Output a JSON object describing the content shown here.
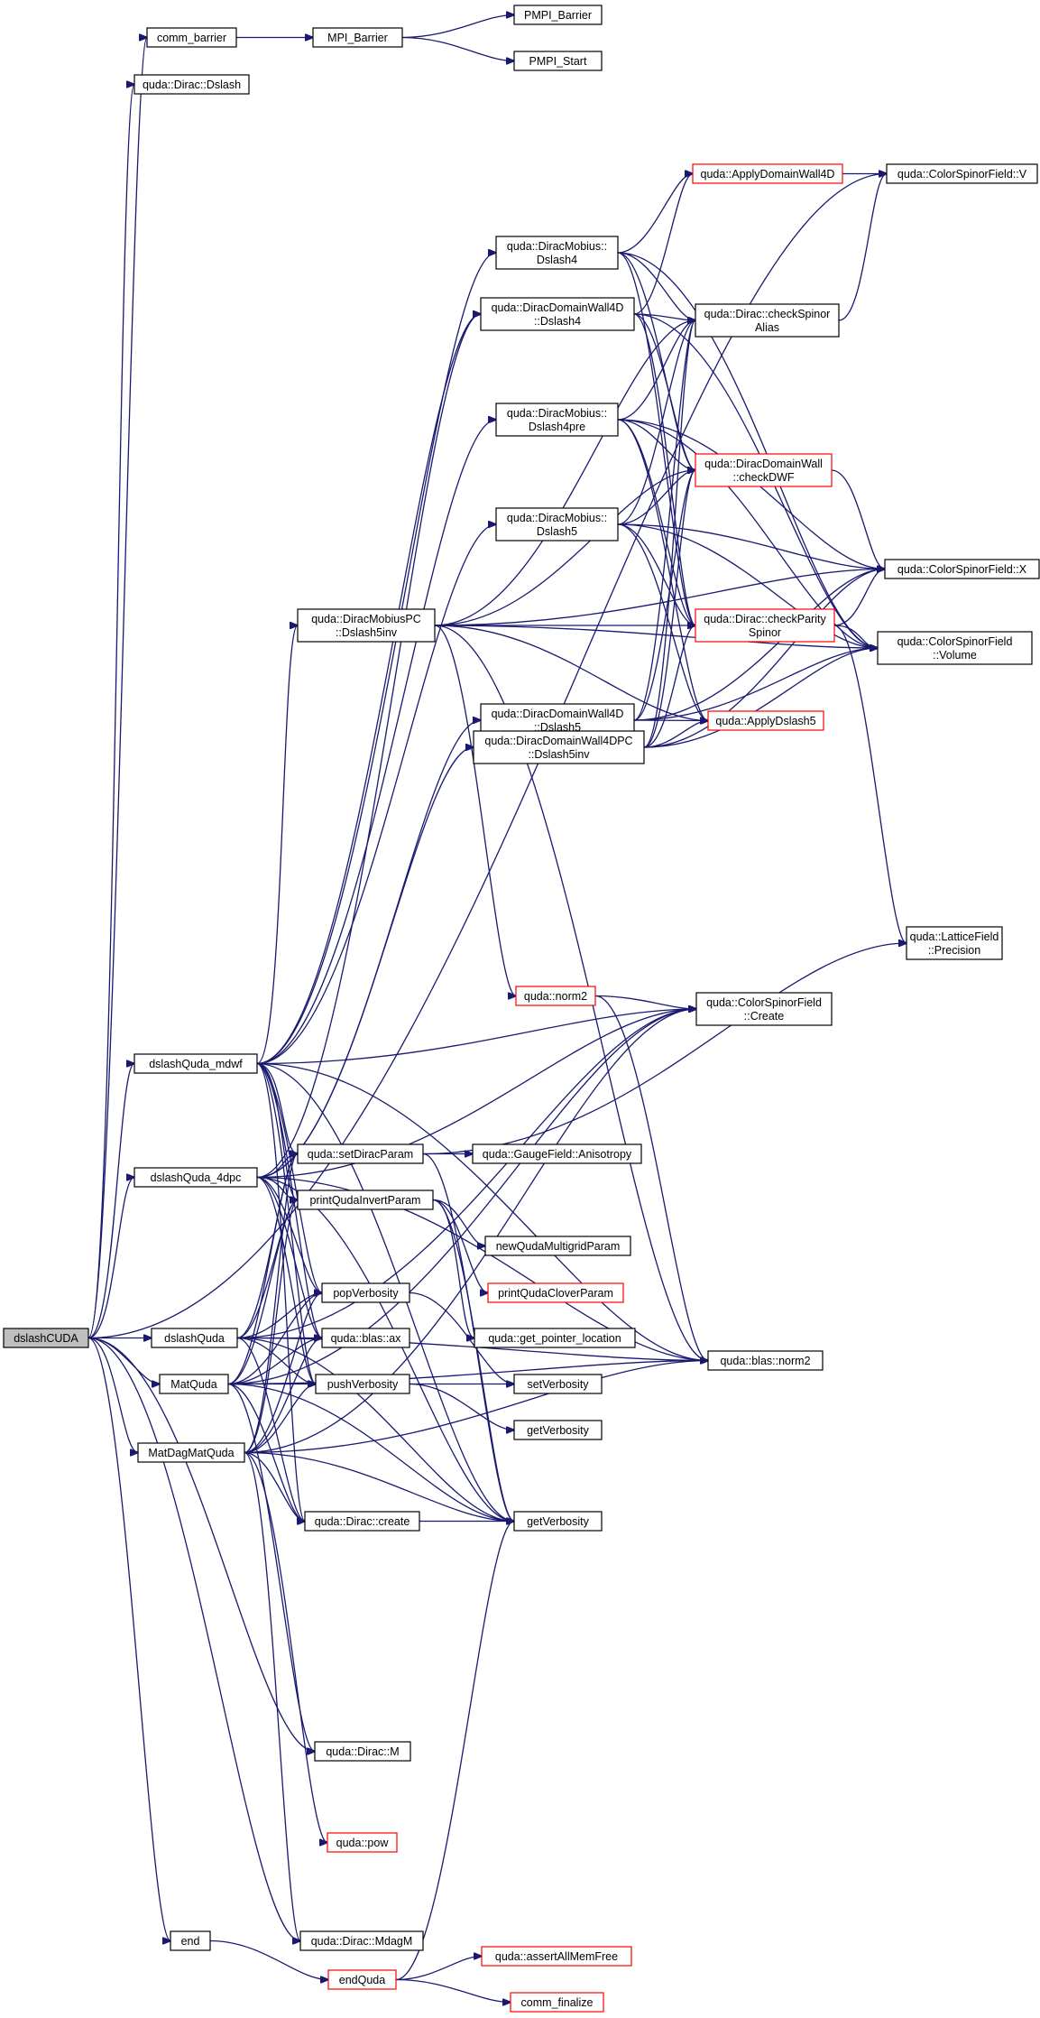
{
  "graph": {
    "colors": {
      "edge": "#191970",
      "node_border": "#000000",
      "truncated_border": "#ff0000",
      "root_fill": "#bfbfbf"
    },
    "nodes": {
      "dslashCUDA": {
        "lines": [
          "dslashCUDA"
        ],
        "truncated": false,
        "root": true
      },
      "comm_barrier": {
        "lines": [
          "comm_barrier"
        ],
        "truncated": false
      },
      "MPI_Barrier": {
        "lines": [
          "MPI_Barrier"
        ],
        "truncated": false
      },
      "PMPI_Barrier": {
        "lines": [
          "PMPI_Barrier"
        ],
        "truncated": false
      },
      "PMPI_Start": {
        "lines": [
          "PMPI_Start"
        ],
        "truncated": false
      },
      "dirac_dslash": {
        "lines": [
          "quda::Dirac::Dslash"
        ],
        "truncated": false
      },
      "applyDomainWall4D": {
        "lines": [
          "quda::ApplyDomainWall4D"
        ],
        "truncated": true
      },
      "csf_V": {
        "lines": [
          "quda::ColorSpinorField::V"
        ],
        "truncated": false
      },
      "mobius_dslash4": {
        "lines": [
          "quda::DiracMobius::",
          "Dslash4"
        ],
        "truncated": false
      },
      "dw4d_dslash4": {
        "lines": [
          "quda::DiracDomainWall4D",
          "::Dslash4"
        ],
        "truncated": false
      },
      "checkSpinorAlias": {
        "lines": [
          "quda::Dirac::checkSpinor",
          "Alias"
        ],
        "truncated": false
      },
      "mobius_dslash4pre": {
        "lines": [
          "quda::DiracMobius::",
          "Dslash4pre"
        ],
        "truncated": false
      },
      "checkDWF": {
        "lines": [
          "quda::DiracDomainWall",
          "::checkDWF"
        ],
        "truncated": true
      },
      "mobius_dslash5": {
        "lines": [
          "quda::DiracMobius::",
          "Dslash5"
        ],
        "truncated": false
      },
      "csf_X": {
        "lines": [
          "quda::ColorSpinorField::X"
        ],
        "truncated": false
      },
      "mobiuspc_dslash5inv": {
        "lines": [
          "quda::DiracMobiusPC",
          "::Dslash5inv"
        ],
        "truncated": false
      },
      "checkParitySpinor": {
        "lines": [
          "quda::Dirac::checkParity",
          "Spinor"
        ],
        "truncated": true
      },
      "csf_volume": {
        "lines": [
          "quda::ColorSpinorField",
          "::Volume"
        ],
        "truncated": false
      },
      "dw4d_dslash5": {
        "lines": [
          "quda::DiracDomainWall4D",
          "::Dslash5"
        ],
        "truncated": false
      },
      "applyDslash5": {
        "lines": [
          "quda::ApplyDslash5"
        ],
        "truncated": true
      },
      "dw4dpc_dslash5inv": {
        "lines": [
          "quda::DiracDomainWall4DPC",
          "::Dslash5inv"
        ],
        "truncated": false
      },
      "lattice_precision": {
        "lines": [
          "quda::LatticeField",
          "::Precision"
        ],
        "truncated": false
      },
      "quda_norm2": {
        "lines": [
          "quda::norm2"
        ],
        "truncated": true
      },
      "csf_create": {
        "lines": [
          "quda::ColorSpinorField",
          "::Create"
        ],
        "truncated": false
      },
      "dslashQuda_mdwf": {
        "lines": [
          "dslashQuda_mdwf"
        ],
        "truncated": false
      },
      "setDiracParam": {
        "lines": [
          "quda::setDiracParam"
        ],
        "truncated": false
      },
      "gauge_anisotropy": {
        "lines": [
          "quda::GaugeField::Anisotropy"
        ],
        "truncated": false
      },
      "dslashQuda_4dpc": {
        "lines": [
          "dslashQuda_4dpc"
        ],
        "truncated": false
      },
      "printQudaInvertParam": {
        "lines": [
          "printQudaInvertParam"
        ],
        "truncated": false
      },
      "newQudaMultigridParam": {
        "lines": [
          "newQudaMultigridParam"
        ],
        "truncated": false
      },
      "popVerbosity": {
        "lines": [
          "popVerbosity"
        ],
        "truncated": false
      },
      "printQudaCloverParam": {
        "lines": [
          "printQudaCloverParam"
        ],
        "truncated": true
      },
      "dslashQuda": {
        "lines": [
          "dslashQuda"
        ],
        "truncated": false
      },
      "blas_ax": {
        "lines": [
          "quda::blas::ax"
        ],
        "truncated": false
      },
      "get_pointer_location": {
        "lines": [
          "quda::get_pointer_location"
        ],
        "truncated": false
      },
      "blas_norm2": {
        "lines": [
          "quda::blas::norm2"
        ],
        "truncated": false
      },
      "MatQuda": {
        "lines": [
          "MatQuda"
        ],
        "truncated": false
      },
      "pushVerbosity": {
        "lines": [
          "pushVerbosity"
        ],
        "truncated": false
      },
      "setVerbosity": {
        "lines": [
          "setVerbosity"
        ],
        "truncated": false
      },
      "getVerbosity2": {
        "lines": [
          "getVerbosity"
        ],
        "truncated": false
      },
      "MatDagMatQuda": {
        "lines": [
          "MatDagMatQuda"
        ],
        "truncated": false
      },
      "dirac_create": {
        "lines": [
          "quda::Dirac::create"
        ],
        "truncated": false
      },
      "getVerbosity": {
        "lines": [
          "getVerbosity"
        ],
        "truncated": false
      },
      "dirac_M": {
        "lines": [
          "quda::Dirac::M"
        ],
        "truncated": false
      },
      "quda_pow": {
        "lines": [
          "quda::pow"
        ],
        "truncated": true
      },
      "end": {
        "lines": [
          "end"
        ],
        "truncated": false
      },
      "dirac_mdagM": {
        "lines": [
          "quda::Dirac::MdagM"
        ],
        "truncated": false
      },
      "endQuda": {
        "lines": [
          "endQuda"
        ],
        "truncated": true
      },
      "assertAllMemFree": {
        "lines": [
          "quda::assertAllMemFree"
        ],
        "truncated": true
      },
      "comm_finalize": {
        "lines": [
          "comm_finalize"
        ],
        "truncated": true
      }
    },
    "edges": [
      [
        "dslashCUDA",
        "comm_barrier"
      ],
      [
        "dslashCUDA",
        "dirac_dslash"
      ],
      [
        "dslashCUDA",
        "csf_V"
      ],
      [
        "dslashCUDA",
        "dslashQuda_mdwf"
      ],
      [
        "dslashCUDA",
        "dslashQuda_4dpc"
      ],
      [
        "dslashCUDA",
        "dslashQuda"
      ],
      [
        "dslashCUDA",
        "MatQuda"
      ],
      [
        "dslashCUDA",
        "MatDagMatQuda"
      ],
      [
        "dslashCUDA",
        "dirac_M"
      ],
      [
        "dslashCUDA",
        "dirac_mdagM"
      ],
      [
        "dslashCUDA",
        "end"
      ],
      [
        "comm_barrier",
        "MPI_Barrier"
      ],
      [
        "MPI_Barrier",
        "PMPI_Barrier"
      ],
      [
        "MPI_Barrier",
        "PMPI_Start"
      ],
      [
        "applyDomainWall4D",
        "csf_V"
      ],
      [
        "mobius_dslash4",
        "applyDomainWall4D"
      ],
      [
        "mobius_dslash4",
        "checkSpinorAlias"
      ],
      [
        "mobius_dslash4",
        "checkDWF"
      ],
      [
        "mobius_dslash4",
        "checkParitySpinor"
      ],
      [
        "mobius_dslash4",
        "csf_volume"
      ],
      [
        "dw4d_dslash4",
        "applyDomainWall4D"
      ],
      [
        "dw4d_dslash4",
        "checkSpinorAlias"
      ],
      [
        "dw4d_dslash4",
        "checkDWF"
      ],
      [
        "dw4d_dslash4",
        "checkParitySpinor"
      ],
      [
        "dw4d_dslash4",
        "csf_volume"
      ],
      [
        "checkSpinorAlias",
        "csf_V"
      ],
      [
        "mobius_dslash4pre",
        "checkSpinorAlias"
      ],
      [
        "mobius_dslash4pre",
        "checkDWF"
      ],
      [
        "mobius_dslash4pre",
        "checkParitySpinor"
      ],
      [
        "mobius_dslash4pre",
        "csf_X"
      ],
      [
        "mobius_dslash4pre",
        "csf_volume"
      ],
      [
        "mobius_dslash4pre",
        "applyDslash5"
      ],
      [
        "checkDWF",
        "csf_X"
      ],
      [
        "mobius_dslash5",
        "checkSpinorAlias"
      ],
      [
        "mobius_dslash5",
        "checkDWF"
      ],
      [
        "mobius_dslash5",
        "checkParitySpinor"
      ],
      [
        "mobius_dslash5",
        "csf_X"
      ],
      [
        "mobius_dslash5",
        "applyDslash5"
      ],
      [
        "mobius_dslash5",
        "csf_volume"
      ],
      [
        "checkParitySpinor",
        "csf_X"
      ],
      [
        "checkParitySpinor",
        "csf_volume"
      ],
      [
        "checkParitySpinor",
        "lattice_precision"
      ],
      [
        "mobiuspc_dslash5inv",
        "checkSpinorAlias"
      ],
      [
        "mobiuspc_dslash5inv",
        "checkDWF"
      ],
      [
        "mobiuspc_dslash5inv",
        "checkParitySpinor"
      ],
      [
        "mobiuspc_dslash5inv",
        "csf_X"
      ],
      [
        "mobiuspc_dslash5inv",
        "applyDslash5"
      ],
      [
        "mobiuspc_dslash5inv",
        "quda_norm2"
      ],
      [
        "mobiuspc_dslash5inv",
        "csf_volume"
      ],
      [
        "mobiuspc_dslash5inv",
        "blas_norm2"
      ],
      [
        "dw4d_dslash5",
        "checkSpinorAlias"
      ],
      [
        "dw4d_dslash5",
        "checkDWF"
      ],
      [
        "dw4d_dslash5",
        "applyDslash5"
      ],
      [
        "dw4d_dslash5",
        "csf_X"
      ],
      [
        "dw4d_dslash5",
        "csf_volume"
      ],
      [
        "dw4dpc_dslash5inv",
        "checkSpinorAlias"
      ],
      [
        "dw4dpc_dslash5inv",
        "checkDWF"
      ],
      [
        "dw4dpc_dslash5inv",
        "checkParitySpinor"
      ],
      [
        "dw4dpc_dslash5inv",
        "applyDslash5"
      ],
      [
        "dw4dpc_dslash5inv",
        "csf_X"
      ],
      [
        "dw4dpc_dslash5inv",
        "csf_volume"
      ],
      [
        "quda_norm2",
        "csf_create"
      ],
      [
        "quda_norm2",
        "blas_norm2"
      ],
      [
        "dslashQuda_mdwf",
        "mobius_dslash4"
      ],
      [
        "dslashQuda_mdwf",
        "dw4d_dslash4"
      ],
      [
        "dslashQuda_mdwf",
        "mobius_dslash4pre"
      ],
      [
        "dslashQuda_mdwf",
        "mobius_dslash5"
      ],
      [
        "dslashQuda_mdwf",
        "mobiuspc_dslash5inv"
      ],
      [
        "dslashQuda_mdwf",
        "csf_create"
      ],
      [
        "dslashQuda_mdwf",
        "setDiracParam"
      ],
      [
        "dslashQuda_mdwf",
        "printQudaInvertParam"
      ],
      [
        "dslashQuda_mdwf",
        "popVerbosity"
      ],
      [
        "dslashQuda_mdwf",
        "blas_ax"
      ],
      [
        "dslashQuda_mdwf",
        "pushVerbosity"
      ],
      [
        "dslashQuda_mdwf",
        "getVerbosity"
      ],
      [
        "dslashQuda_mdwf",
        "blas_norm2"
      ],
      [
        "dslashQuda_mdwf",
        "dirac_create"
      ],
      [
        "setDiracParam",
        "gauge_anisotropy"
      ],
      [
        "setDiracParam",
        "lattice_precision"
      ],
      [
        "setDiracParam",
        "getVerbosity"
      ],
      [
        "dslashQuda_4dpc",
        "dw4d_dslash4"
      ],
      [
        "dslashQuda_4dpc",
        "dw4d_dslash5"
      ],
      [
        "dslashQuda_4dpc",
        "dw4dpc_dslash5inv"
      ],
      [
        "dslashQuda_4dpc",
        "csf_create"
      ],
      [
        "dslashQuda_4dpc",
        "setDiracParam"
      ],
      [
        "dslashQuda_4dpc",
        "printQudaInvertParam"
      ],
      [
        "dslashQuda_4dpc",
        "popVerbosity"
      ],
      [
        "dslashQuda_4dpc",
        "blas_ax"
      ],
      [
        "dslashQuda_4dpc",
        "pushVerbosity"
      ],
      [
        "dslashQuda_4dpc",
        "getVerbosity"
      ],
      [
        "dslashQuda_4dpc",
        "blas_norm2"
      ],
      [
        "printQudaInvertParam",
        "newQudaMultigridParam"
      ],
      [
        "printQudaInvertParam",
        "printQudaCloverParam"
      ],
      [
        "printQudaInvertParam",
        "get_pointer_location"
      ],
      [
        "printQudaInvertParam",
        "getVerbosity"
      ],
      [
        "popVerbosity",
        "setVerbosity"
      ],
      [
        "dslashQuda",
        "setDiracParam"
      ],
      [
        "dslashQuda",
        "printQudaInvertParam"
      ],
      [
        "dslashQuda",
        "popVerbosity"
      ],
      [
        "dslashQuda",
        "blas_ax"
      ],
      [
        "dslashQuda",
        "pushVerbosity"
      ],
      [
        "dslashQuda",
        "dirac_create"
      ],
      [
        "dslashQuda",
        "getVerbosity"
      ],
      [
        "dslashQuda",
        "blas_norm2"
      ],
      [
        "dslashQuda",
        "csf_create"
      ],
      [
        "MatQuda",
        "setDiracParam"
      ],
      [
        "MatQuda",
        "printQudaInvertParam"
      ],
      [
        "MatQuda",
        "popVerbosity"
      ],
      [
        "MatQuda",
        "blas_ax"
      ],
      [
        "MatQuda",
        "pushVerbosity"
      ],
      [
        "MatQuda",
        "dirac_create"
      ],
      [
        "MatQuda",
        "getVerbosity"
      ],
      [
        "MatQuda",
        "dirac_M"
      ],
      [
        "MatQuda",
        "blas_norm2"
      ],
      [
        "MatQuda",
        "csf_create"
      ],
      [
        "pushVerbosity",
        "setVerbosity"
      ],
      [
        "pushVerbosity",
        "getVerbosity2"
      ],
      [
        "MatDagMatQuda",
        "setDiracParam"
      ],
      [
        "MatDagMatQuda",
        "printQudaInvertParam"
      ],
      [
        "MatDagMatQuda",
        "popVerbosity"
      ],
      [
        "MatDagMatQuda",
        "blas_ax"
      ],
      [
        "MatDagMatQuda",
        "pushVerbosity"
      ],
      [
        "MatDagMatQuda",
        "dirac_create"
      ],
      [
        "MatDagMatQuda",
        "getVerbosity"
      ],
      [
        "MatDagMatQuda",
        "quda_pow"
      ],
      [
        "MatDagMatQuda",
        "dirac_mdagM"
      ],
      [
        "MatDagMatQuda",
        "blas_norm2"
      ],
      [
        "MatDagMatQuda",
        "csf_create"
      ],
      [
        "dirac_create",
        "getVerbosity"
      ],
      [
        "end",
        "endQuda"
      ],
      [
        "endQuda",
        "assertAllMemFree"
      ],
      [
        "endQuda",
        "comm_finalize"
      ],
      [
        "endQuda",
        "getVerbosity"
      ]
    ]
  }
}
